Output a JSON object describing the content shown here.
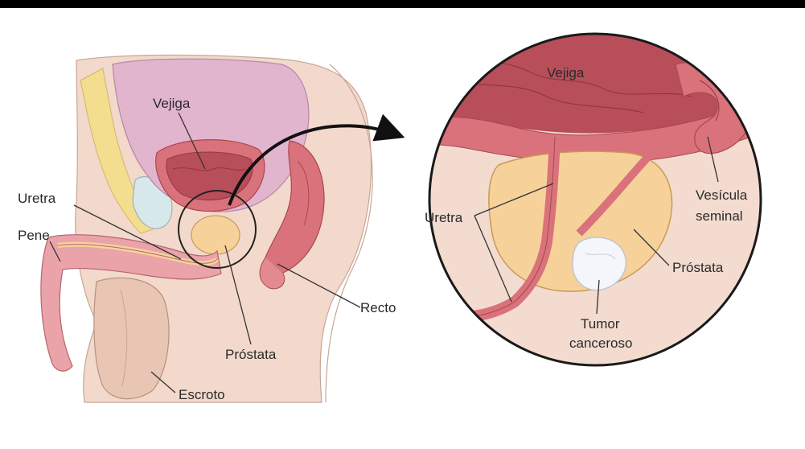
{
  "labels": {
    "left": {
      "bladder": "Vejiga",
      "urethra": "Uretra",
      "penis": "Pene",
      "rectum": "Recto",
      "prostate": "Próstata",
      "scrotum": "Escroto"
    },
    "right": {
      "bladder": "Vejiga",
      "urethra": "Uretra",
      "seminal_vesicle_line1": "Vesícula",
      "seminal_vesicle_line2": "seminal",
      "prostate": "Próstata",
      "tumor_line1": "Tumor",
      "tumor_line2": "canceroso"
    }
  },
  "colors": {
    "skin": "#f2d9cb",
    "bladder": "#e2b5cf",
    "tissue": "#d9727a",
    "prostate": "#f6d29a",
    "tumor": "#f4f6fb",
    "circle_bg": "#f3dbd0"
  }
}
